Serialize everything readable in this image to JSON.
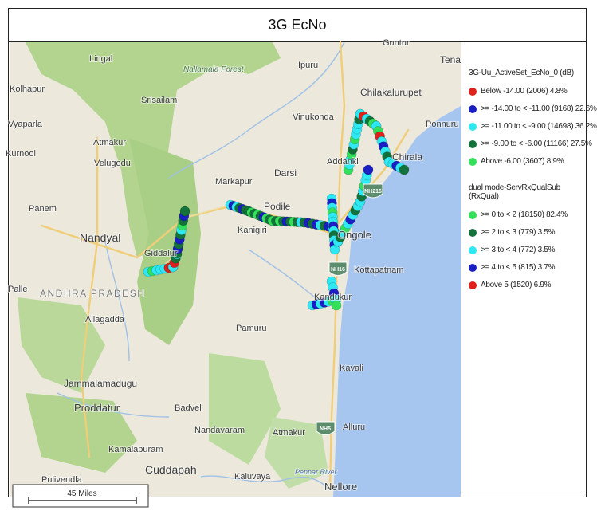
{
  "title": "3G EcNo",
  "map": {
    "place_labels": [
      "Lingal",
      "Nallamala Forest",
      "Ipuru",
      "Tena",
      "Kolhapur",
      "Srisailam",
      "Vinukonda",
      "Chilakalurupet",
      "Vyaparla",
      "Ponnuru",
      "Atmakur",
      "Kurnool",
      "Addanki",
      "Chirala",
      "Velugodu",
      "Markapur",
      "Darsi",
      "Podile",
      "Panem",
      "Nandyal",
      "Ongole",
      "Kanigiri",
      "Giddalur",
      "Kottapatnam",
      "Palle",
      "ANDHRA PRADESH",
      "Kandukur",
      "Allagadda",
      "Pamuru",
      "Kavali",
      "Jammalamadugu",
      "Proddatur",
      "Badvel",
      "Alluru",
      "Nandavaram",
      "Atmakur",
      "Kamalapuram",
      "Cuddapah",
      "Pulivendla",
      "Kaluvaya",
      "Pennar River",
      "Nellore",
      "Guntur"
    ],
    "highway_labels": [
      "NH216",
      "NH16",
      "NH5"
    ],
    "scale_label": "45 Miles",
    "colors": {
      "land": "#ece8dc",
      "forest": "#a9cf86",
      "sea": "#a7c6ef",
      "river": "#9fc1e6",
      "road": "#f0ce79"
    }
  },
  "legend": {
    "ecno_title": "3G-Uu_ActiveSet_EcNo_0 (dB)",
    "ecno_items": [
      {
        "label": "Below -14.00 (2006) 4.8%",
        "color": "#e0201b"
      },
      {
        "label": ">= -14.00 to < -11.00 (9168) 22.6%",
        "color": "#1a1fc4"
      },
      {
        "label": ">= -11.00 to < -9.00 (14698) 36.2%",
        "color": "#2ee8f2"
      },
      {
        "label": ">= -9.00 to < -6.00 (11166) 27.5%",
        "color": "#13713a"
      },
      {
        "label": "Above -6.00 (3607) 8.9%",
        "color": "#33e05c"
      }
    ],
    "rxqual_title": "dual mode-ServRxQualSub (RxQual)",
    "rxqual_items": [
      {
        "label": ">= 0 to < 2 (18150) 82.4%",
        "color": "#33e05c"
      },
      {
        "label": ">= 2 to < 3 (779) 3.5%",
        "color": "#13713a"
      },
      {
        "label": ">= 3 to < 4 (772) 3.5%",
        "color": "#2ee8f2"
      },
      {
        "label": ">= 4 to < 5 (815) 3.7%",
        "color": "#1a1fc4"
      },
      {
        "label": "Above 5 (1520) 6.9%",
        "color": "#e0201b"
      }
    ]
  }
}
